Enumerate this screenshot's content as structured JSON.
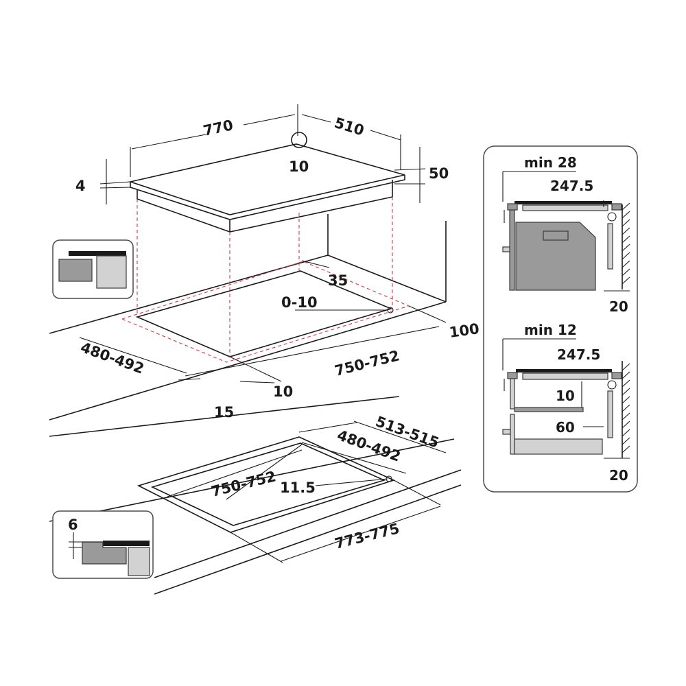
{
  "colors": {
    "line": "#1a1a1a",
    "cutout_dash": "#d9363e",
    "panel_border": "#4a4a4a",
    "gray_dark": "#9a9a9a",
    "gray_light": "#d2d2d2"
  },
  "hob": {
    "width": "770",
    "depth": "510",
    "thickness": "4",
    "height": "50",
    "knob_clearance": "10"
  },
  "cutout": {
    "depth_range": "480-492",
    "width_range": "750-752",
    "back_clearance": "35",
    "corner_radius": "0-10",
    "rear_edge": "100",
    "front_edge": "15",
    "side_edge": "10"
  },
  "flush_mount": {
    "outer_depth": "513-515",
    "inner_depth": "480-492",
    "inner_width": "750-752",
    "corner_radius": "11.5",
    "outer_width": "773-775"
  },
  "rebate_detail": {
    "depth": "6"
  },
  "installation_oven": {
    "min_gap": "min 28",
    "hob_depth": "247.5",
    "wall_gap": "20"
  },
  "installation_drawer": {
    "min_gap": "min 12",
    "hob_depth": "247.5",
    "panel_gap": "10",
    "drawer_gap": "60",
    "wall_gap": "20"
  }
}
